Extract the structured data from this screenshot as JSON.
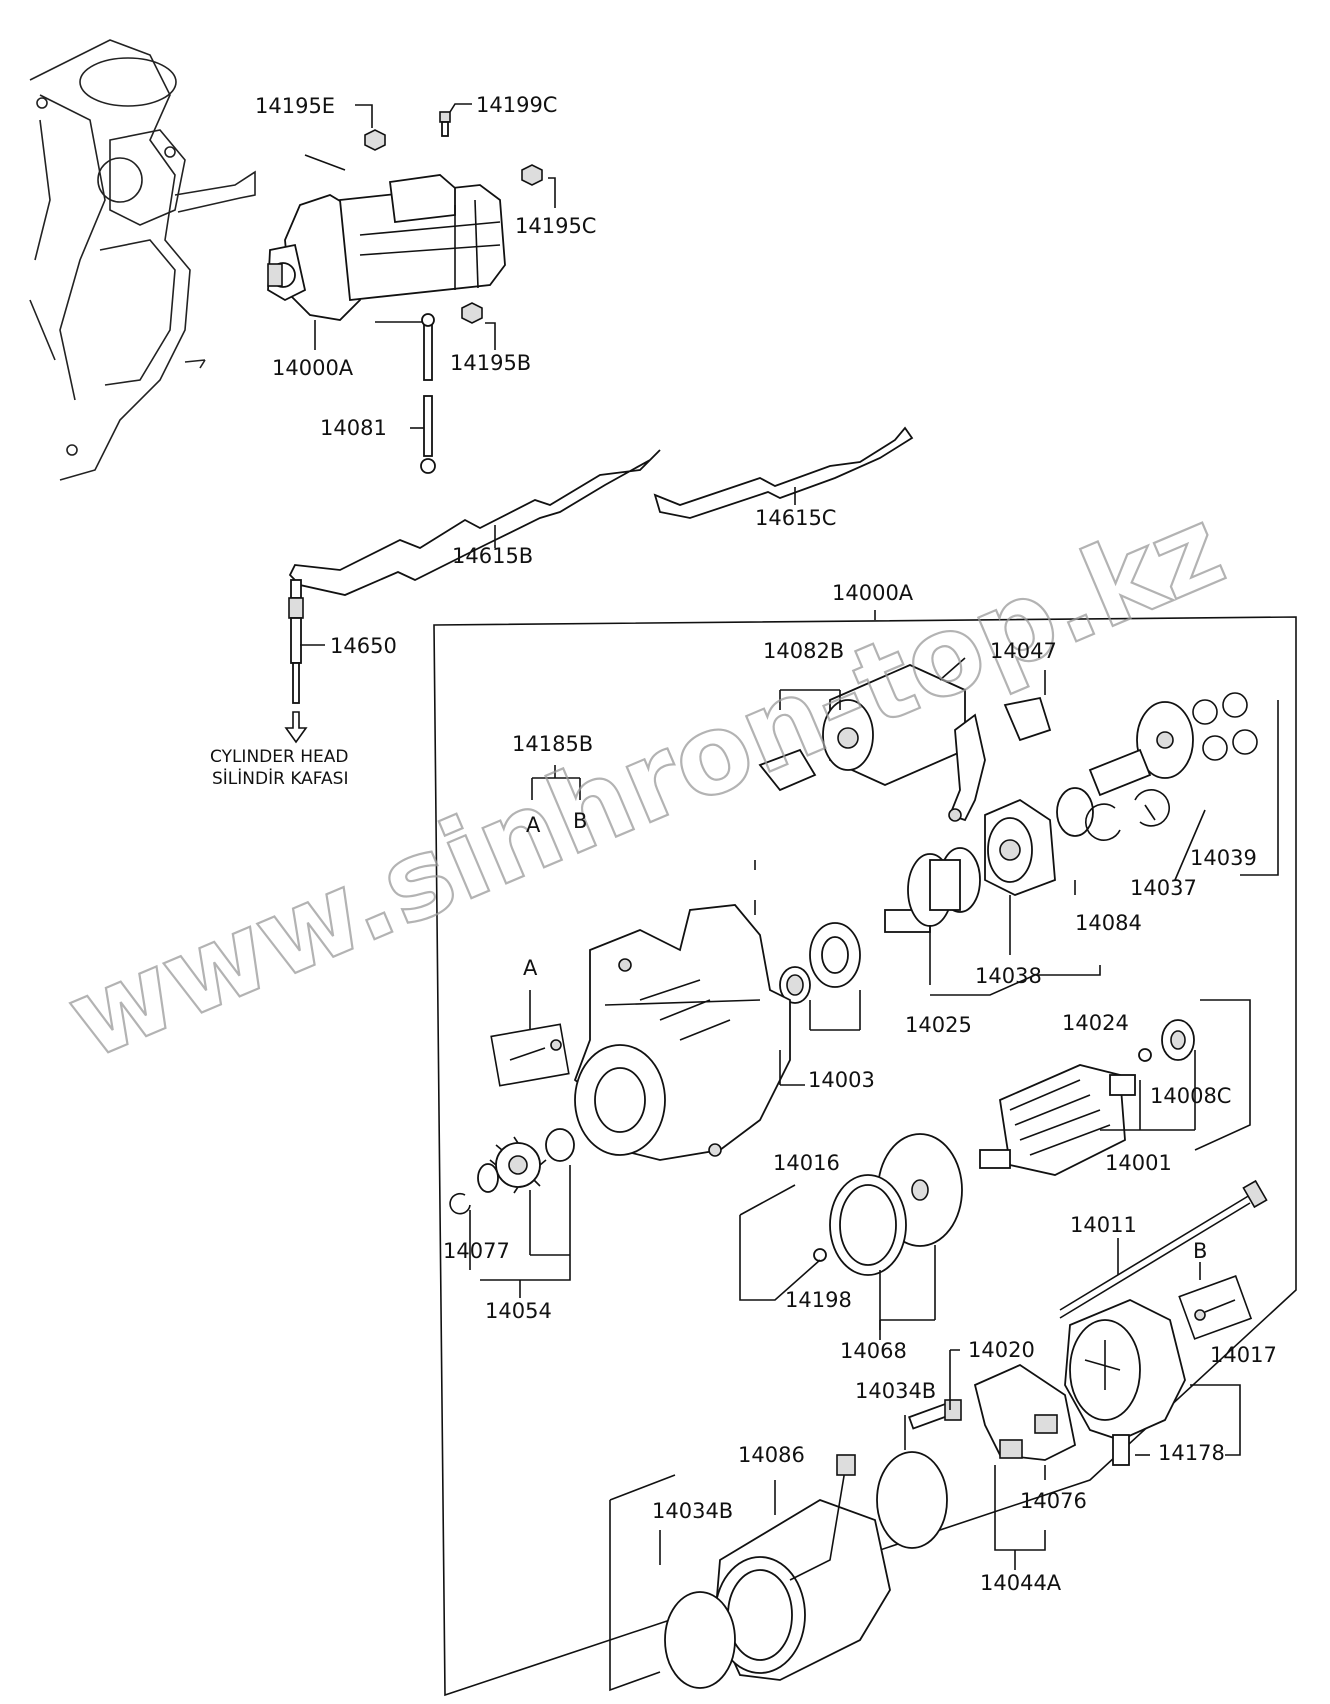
{
  "labels": [
    {
      "id": "14195E",
      "text": "14195E"
    },
    {
      "id": "14199C",
      "text": "14199C"
    },
    {
      "id": "14195C",
      "text": "14195C"
    },
    {
      "id": "14000A_top",
      "text": "14000A"
    },
    {
      "id": "14195B",
      "text": "14195B"
    },
    {
      "id": "14081",
      "text": "14081"
    },
    {
      "id": "14615C",
      "text": "14615C"
    },
    {
      "id": "14615B",
      "text": "14615B"
    },
    {
      "id": "14650",
      "text": "14650"
    },
    {
      "id": "14000A_box",
      "text": "14000A"
    },
    {
      "id": "14082B",
      "text": "14082B"
    },
    {
      "id": "14047",
      "text": "14047"
    },
    {
      "id": "14185B",
      "text": "14185B"
    },
    {
      "id": "refA1",
      "text": "A"
    },
    {
      "id": "refB1",
      "text": "B"
    },
    {
      "id": "14039",
      "text": "14039"
    },
    {
      "id": "14037",
      "text": "14037"
    },
    {
      "id": "14084",
      "text": "14084"
    },
    {
      "id": "refA2",
      "text": "A"
    },
    {
      "id": "14038",
      "text": "14038"
    },
    {
      "id": "14025",
      "text": "14025"
    },
    {
      "id": "14024",
      "text": "14024"
    },
    {
      "id": "14003",
      "text": "14003"
    },
    {
      "id": "14008C",
      "text": "14008C"
    },
    {
      "id": "14016",
      "text": "14016"
    },
    {
      "id": "14001",
      "text": "14001"
    },
    {
      "id": "14077",
      "text": "14077"
    },
    {
      "id": "14054",
      "text": "14054"
    },
    {
      "id": "14198",
      "text": "14198"
    },
    {
      "id": "14011",
      "text": "14011"
    },
    {
      "id": "refB2",
      "text": "B"
    },
    {
      "id": "14068",
      "text": "14068"
    },
    {
      "id": "14020",
      "text": "14020"
    },
    {
      "id": "14017",
      "text": "14017"
    },
    {
      "id": "14034B_r",
      "text": "14034B"
    },
    {
      "id": "14086",
      "text": "14086"
    },
    {
      "id": "14178",
      "text": "14178"
    },
    {
      "id": "14034B_l",
      "text": "14034B"
    },
    {
      "id": "14076",
      "text": "14076"
    },
    {
      "id": "14044A",
      "text": "14044A"
    }
  ],
  "notes": {
    "cylinder_head_en": "CYLINDER HEAD",
    "cylinder_head_tr": "SİLİNDİR KAFASI"
  },
  "watermark": "www.sinhron-top.kz"
}
